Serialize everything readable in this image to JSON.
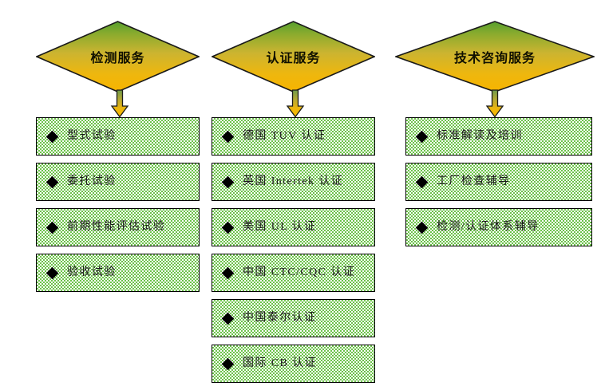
{
  "diagram": {
    "title": "Service Categories Flow Chart",
    "colors": {
      "diamond_gradient_top": "#5a9e32",
      "diamond_gradient_mid": "#d2b430",
      "diamond_gradient_bottom": "#f5b300",
      "diamond_outline": "#1a1a1a",
      "box_pattern_green": "#6cc24a",
      "box_pattern_white": "#ffffff",
      "box_outline": "#000000",
      "arrow_top": "#6f9b4a",
      "arrow_bottom": "#f0b400",
      "text": "#1a1a1a"
    },
    "columns": [
      {
        "id": "testing-services",
        "header": {
          "label": "检测服务",
          "shape": "diamond"
        },
        "arrow": {
          "name": "down-arrow",
          "direction": "down"
        },
        "items": [
          {
            "bullet": "diamond-bullet",
            "label": "型式试验"
          },
          {
            "bullet": "diamond-bullet",
            "label": "委托试验"
          },
          {
            "bullet": "diamond-bullet",
            "label": "前期性能评估试验"
          },
          {
            "bullet": "diamond-bullet",
            "label": "验收试验"
          }
        ]
      },
      {
        "id": "certification-services",
        "header": {
          "label": "认证服务",
          "shape": "diamond"
        },
        "arrow": {
          "name": "down-arrow",
          "direction": "down"
        },
        "items": [
          {
            "bullet": "diamond-bullet",
            "label": "德国 TUV 认证"
          },
          {
            "bullet": "diamond-bullet",
            "label": "英国 Intertek 认证"
          },
          {
            "bullet": "diamond-bullet",
            "label": "美国 UL 认证"
          },
          {
            "bullet": "diamond-bullet",
            "label": "中国 CTC/CQC 认证"
          },
          {
            "bullet": "diamond-bullet",
            "label": "中国泰尔认证"
          },
          {
            "bullet": "diamond-bullet",
            "label": "国际 CB 认证"
          }
        ]
      },
      {
        "id": "technical-consulting-services",
        "header": {
          "label": "技术咨询服务",
          "shape": "diamond"
        },
        "arrow": {
          "name": "down-arrow",
          "direction": "down"
        },
        "items": [
          {
            "bullet": "diamond-bullet",
            "label": "标准解读及培训"
          },
          {
            "bullet": "diamond-bullet",
            "label": "工厂检查辅导"
          },
          {
            "bullet": "diamond-bullet",
            "label": "检测/认证体系辅导"
          }
        ]
      }
    ]
  }
}
